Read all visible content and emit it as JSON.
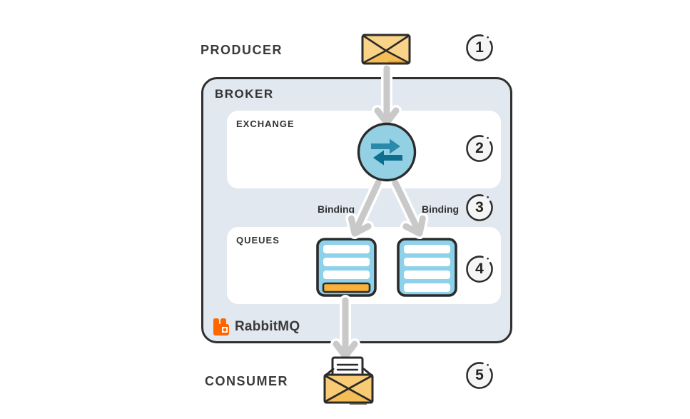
{
  "title": "RabbitMQ message flow diagram",
  "producer": {
    "label": "PRODUCER"
  },
  "broker": {
    "label": "BROKER",
    "exchange_label": "EXCHANGE",
    "queues_label": "QUEUES",
    "logo_text": "RabbitMQ"
  },
  "bindings": {
    "left_label": "Binding",
    "right_label": "Binding"
  },
  "consumer": {
    "label": "CONSUMER"
  },
  "steps": [
    "1",
    "2",
    "3",
    "4",
    "5"
  ],
  "icons": {
    "producer_message": "closed-envelope-icon",
    "exchange": "exchange-swap-arrows-icon",
    "queue_left": "queue-stack-icon",
    "queue_right": "queue-stack-icon",
    "logo": "rabbitmq-logo-icon",
    "consumer_message": "open-envelope-letter-icon"
  },
  "colors": {
    "background": "#ffffff",
    "outline": "#2b2b2b",
    "text_dark": "#333333",
    "broker_bg": "#e1e8ef",
    "panel_bg": "#ffffff",
    "arrow_gray": "#c9c9c9",
    "step_circle_fill": "#f5f5f5",
    "exchange_fill": "#93d0e4",
    "exchange_arrow_top": "#2b89a9",
    "exchange_arrow_bottom": "#0e6e8d",
    "queue_fill": "#8dd2ea",
    "queue_bar_white": "#ffffff",
    "queue_bar_orange": "#f9b13c",
    "envelope_fill": "#f9d388",
    "envelope_shade": "#f5bd55",
    "envelope_accent": "#f0a42a",
    "rabbitmq_orange": "#ff6600"
  }
}
